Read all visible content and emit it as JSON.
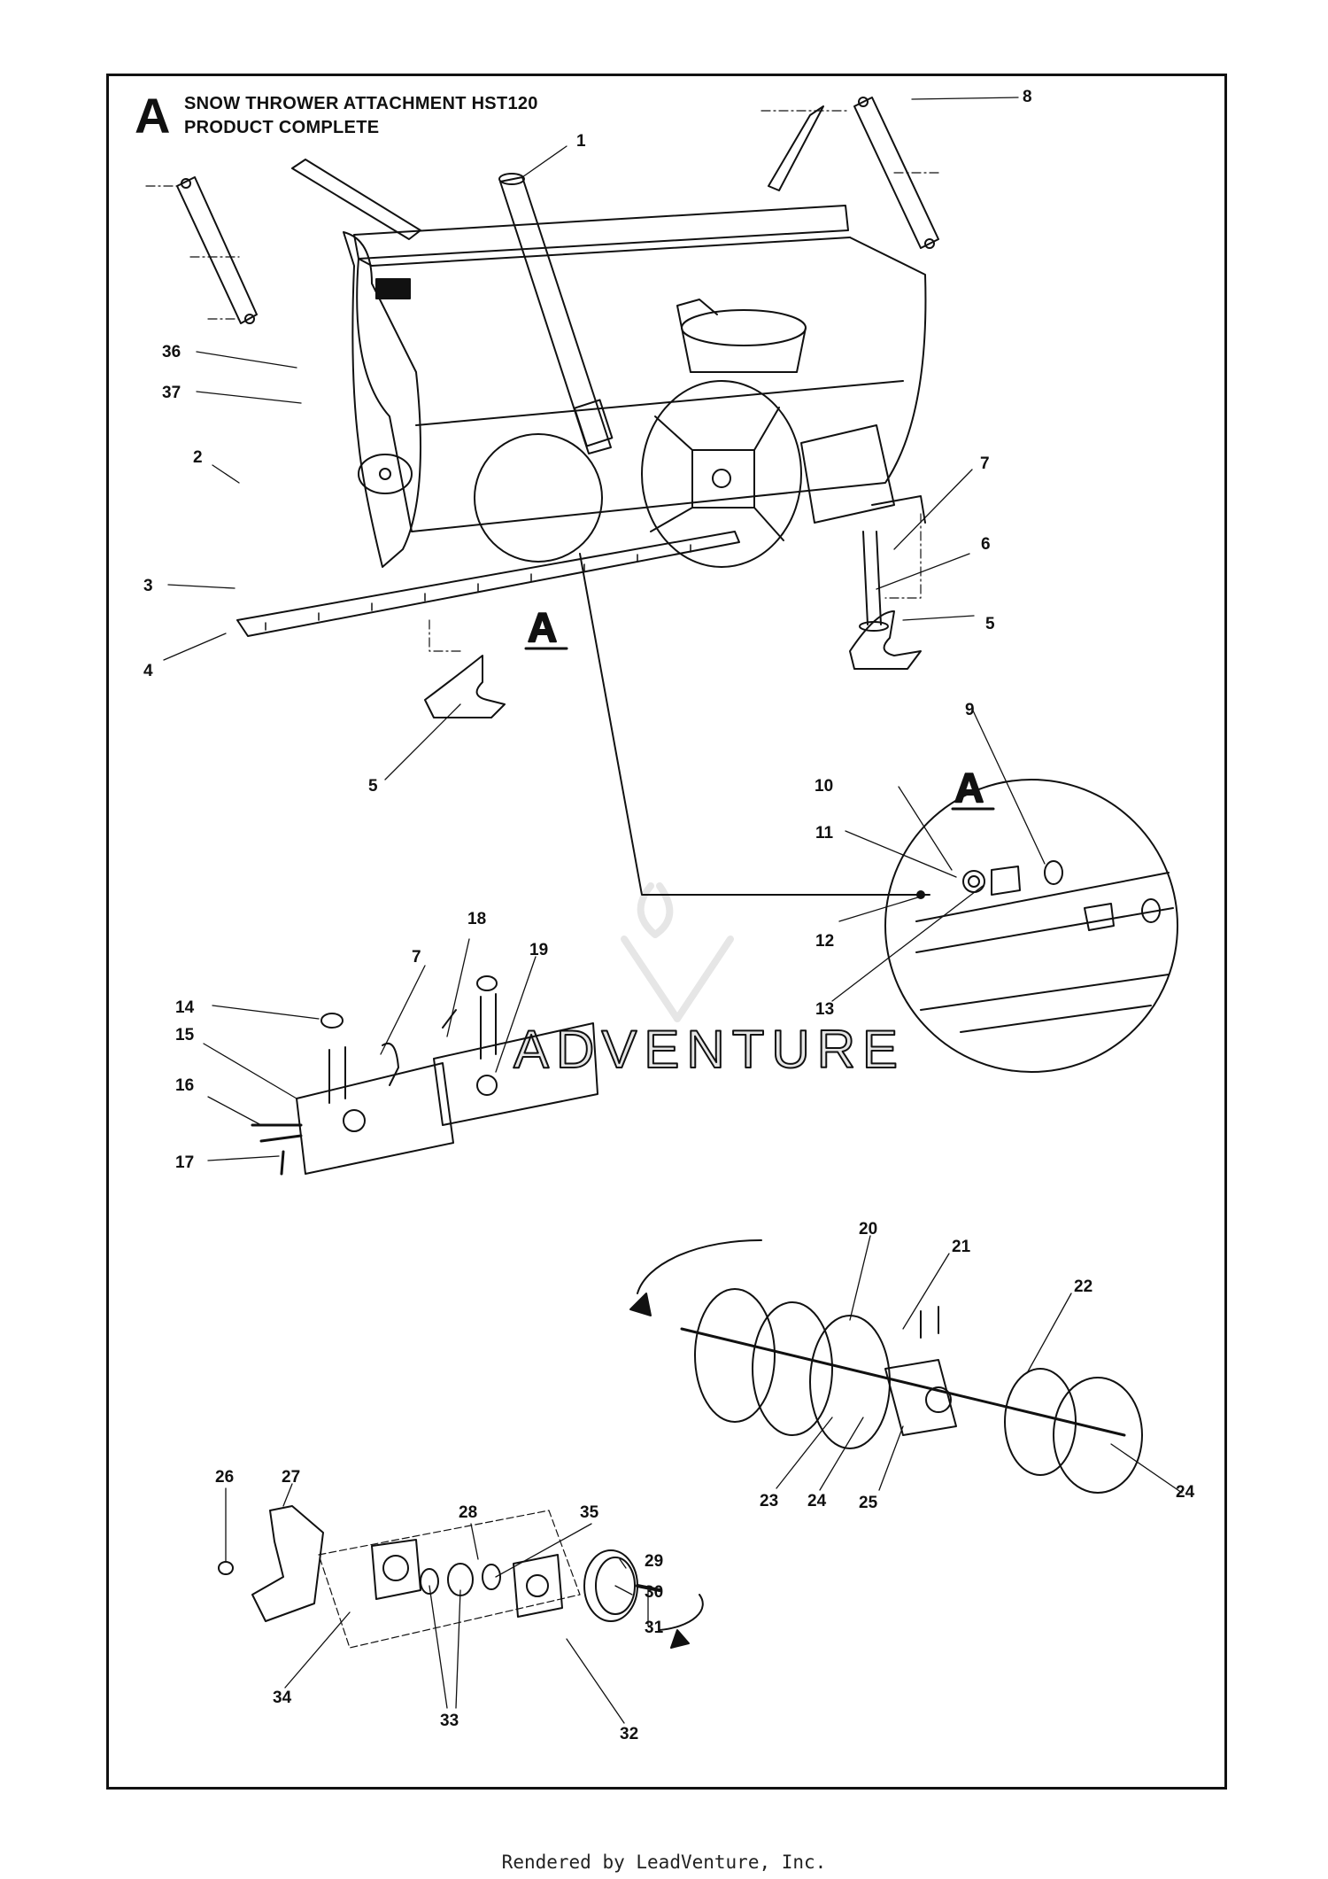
{
  "header": {
    "section_letter": "A",
    "title_line1": "SNOW THROWER ATTACHMENT HST120",
    "title_line2": "PRODUCT COMPLETE"
  },
  "detail_labels": {
    "main_view": "A",
    "detail_view": "A"
  },
  "watermark": {
    "text": "ADVENTURE"
  },
  "callouts": [
    "1",
    "2",
    "3",
    "4",
    "5",
    "5",
    "6",
    "7",
    "8",
    "9",
    "10",
    "11",
    "12",
    "13",
    "14",
    "15",
    "16",
    "17",
    "7",
    "18",
    "19",
    "20",
    "21",
    "22",
    "23",
    "24",
    "25",
    "24",
    "26",
    "27",
    "28",
    "35",
    "29",
    "30",
    "31",
    "34",
    "33",
    "32",
    "36",
    "37"
  ],
  "footer": {
    "text": "Rendered by LeadVenture, Inc."
  }
}
